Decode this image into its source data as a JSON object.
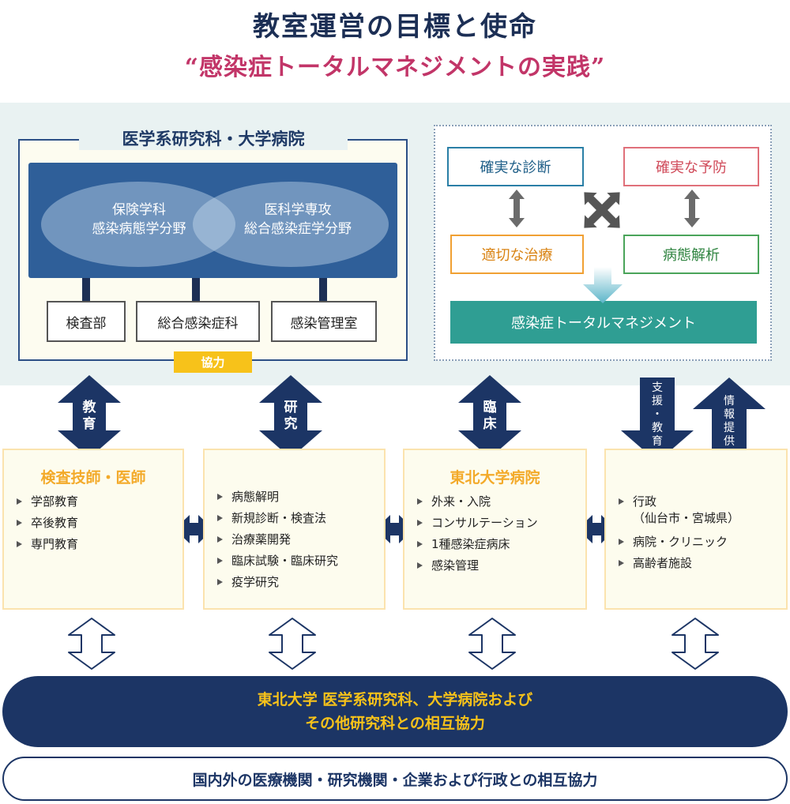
{
  "header": {
    "title": "教室運営の目標と使命",
    "subtitle": "“感染症トータルマネジメントの実践”"
  },
  "university": {
    "title": "医学系研究科・大学病院",
    "left_circle": [
      "保険学科",
      "感染病態学分野"
    ],
    "right_circle": [
      "医科学専攻",
      "総合感染症学分野"
    ],
    "departments": [
      "検査部",
      "総合感染症科",
      "感染管理室"
    ],
    "cooperation": "協力"
  },
  "cycle": {
    "diagnosis": "確実な診断",
    "prevention": "確実な予防",
    "treatment": "適切な治療",
    "analysis": "病態解析",
    "total": "感染症トータルマネジメント"
  },
  "arrows": {
    "education": [
      "教",
      "育"
    ],
    "research": [
      "研",
      "究"
    ],
    "clinical": [
      "臨",
      "床"
    ],
    "support": [
      "支",
      "援",
      "・",
      "教",
      "育"
    ],
    "info": [
      "情",
      "報",
      "提",
      "供"
    ]
  },
  "columns": [
    {
      "title": "検査技師・医師",
      "items": [
        "学部教育",
        "卒後教育",
        "専門教育"
      ]
    },
    {
      "title": "",
      "items": [
        "病態解明",
        "新規診断・検査法",
        "治療薬開発",
        "臨床試験・臨床研究",
        "疫学研究"
      ]
    },
    {
      "title": "東北大学病院",
      "items": [
        "外来・入院",
        "コンサルテーション",
        "1種感染症病床",
        "感染管理"
      ]
    },
    {
      "title": "",
      "items": [
        "行政",
        "（仙台市・宮城県）",
        "病院・クリニック",
        "高齢者施設"
      ]
    }
  ],
  "footer": {
    "line1": "東北大学 医学系研究科、大学病院および",
    "line2": "その他研究科との相互協力",
    "line3": "国内外の医療機関・研究機関・企業および行政との相互協力"
  },
  "colors": {
    "navy": "#1c3565",
    "accent_pink": "#c23568",
    "accent_yellow": "#f7c21a",
    "teal": "#2f9e93"
  }
}
